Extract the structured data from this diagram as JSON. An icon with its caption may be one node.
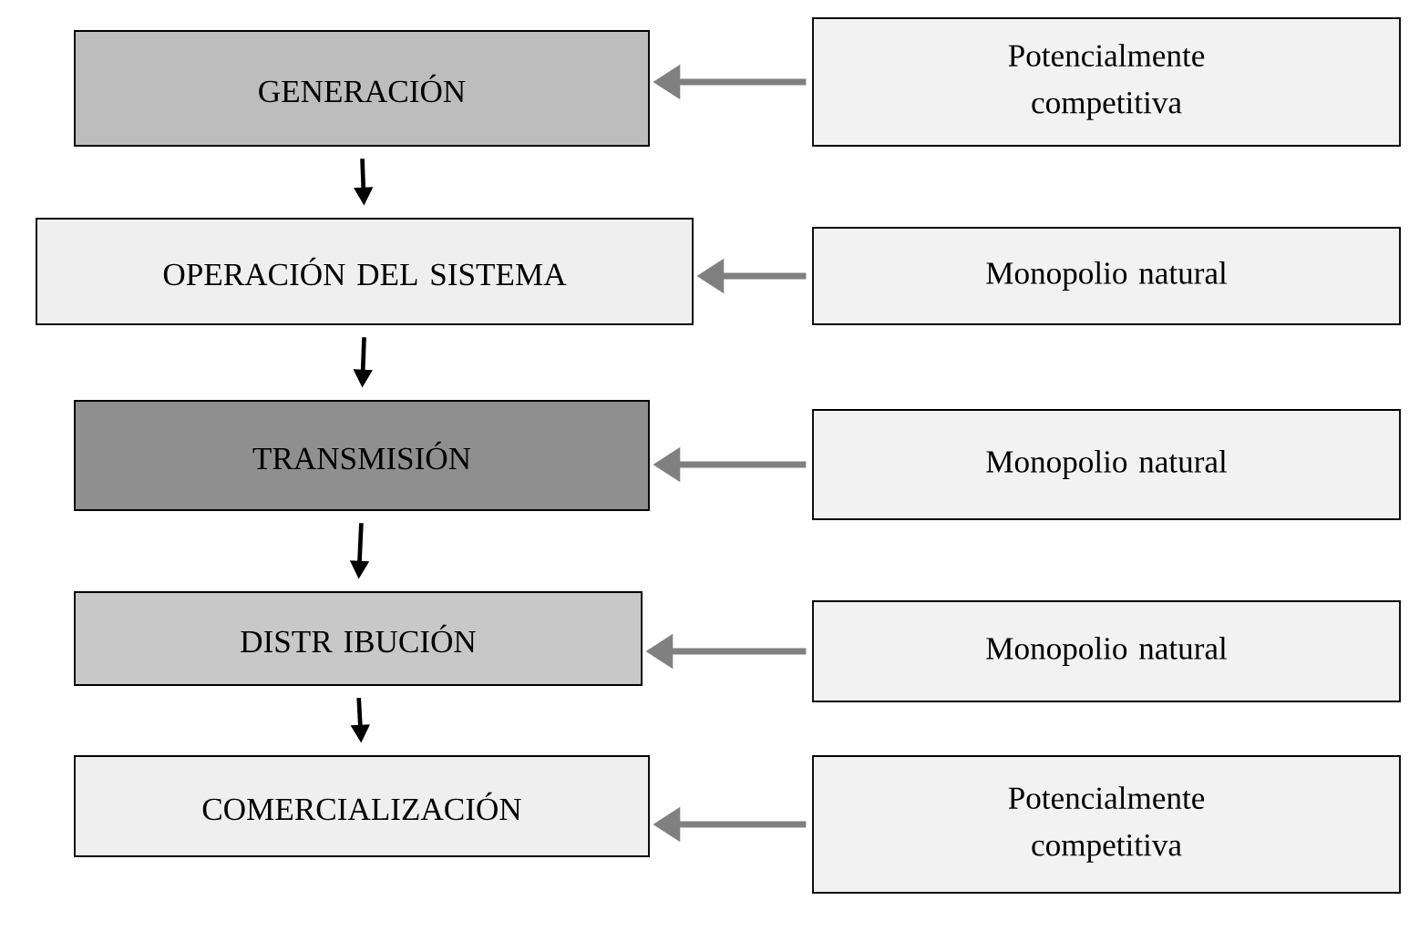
{
  "diagram": {
    "nodes": [
      {
        "text": [
          "GENERACIÓN"
        ]
      },
      {
        "text": [
          "Potencialmente competitiva"
        ]
      },
      {
        "text": [
          "OPERACIÓN DEL SISTEMA"
        ]
      },
      {
        "text": [
          "Monopolio natural"
        ]
      },
      {
        "text": [
          "TRANSMISIÓN"
        ]
      },
      {
        "text": [
          "Monopolio natural"
        ]
      },
      {
        "text": [
          "DISTR IBUCIÓN"
        ]
      },
      {
        "text": [
          "Monopolio natural"
        ]
      },
      {
        "text": [
          "COMERCIALIZACIÓN"
        ]
      },
      {
        "text": [
          "Potencialmente competitiva"
        ]
      }
    ],
    "edges": [
      {
        "from": 0,
        "to": 2,
        "arrow": "to",
        "color": "#000000"
      },
      {
        "from": 2,
        "to": 4,
        "arrow": "to",
        "color": "#000000"
      },
      {
        "from": 4,
        "to": 6,
        "arrow": "to",
        "color": "#000000"
      },
      {
        "from": 6,
        "to": 8,
        "arrow": "to",
        "color": "#000000"
      },
      {
        "from": 1,
        "to": 0,
        "arrow": "to"
      },
      {
        "from": 3,
        "to": 2,
        "arrow": "to"
      },
      {
        "from": 5,
        "to": 4,
        "arrow": "to"
      },
      {
        "from": 7,
        "to": 6,
        "arrow": "to"
      },
      {
        "from": 9,
        "to": 8,
        "arrow": "to"
      }
    ]
  }
}
